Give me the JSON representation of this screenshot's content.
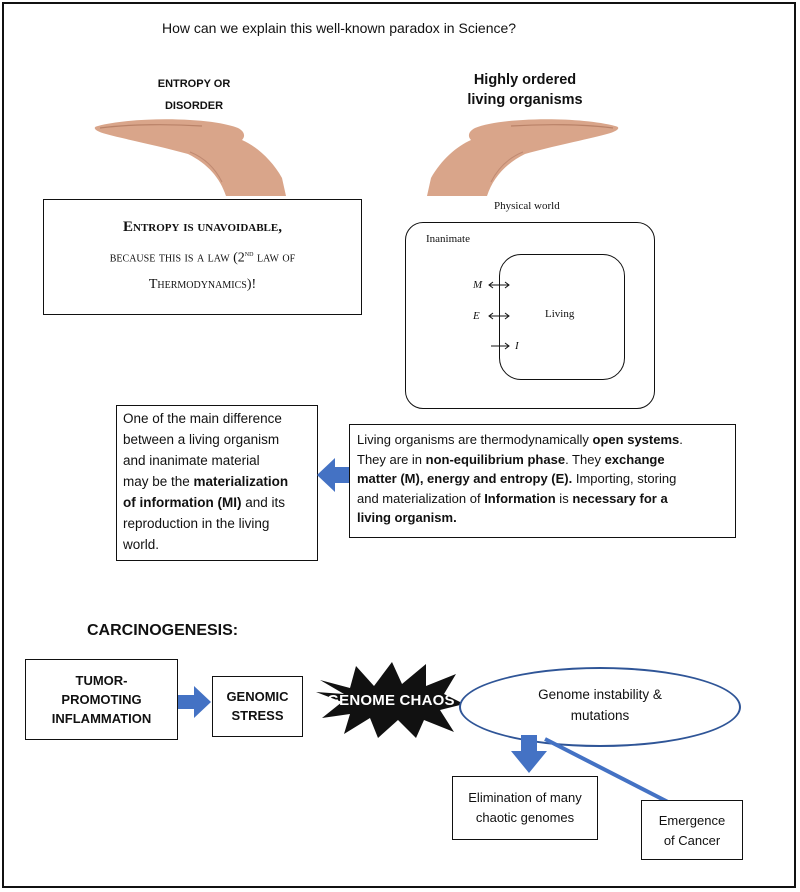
{
  "question": "How can we explain this well-known  paradox in Science?",
  "left_hand_label_line1": "ENTROPY OR",
  "left_hand_label_line2": "DISORDER",
  "right_hand_label_line1": "Highly ordered",
  "right_hand_label_line2": "living organisms",
  "entropy_box": {
    "title": "Entropy is unavoidable,",
    "line2": "because this is a law (2",
    "sup": "nd",
    "line2_end": " law of",
    "line3": "Thermodynamics)!"
  },
  "physical_world": {
    "title": "Physical world",
    "inanimate": "Inanimate",
    "living": "Living",
    "m": "M",
    "e": "E",
    "i": "I"
  },
  "mi_box": {
    "l1": "One of the main difference",
    "l2": "between a living organism",
    "l3": "and inanimate material",
    "l4a": "may be the ",
    "l4b": "materialization",
    "l5a": "of information (MI)",
    "l5b": " and its",
    "l6": "reproduction in the living",
    "l7": "world."
  },
  "open_box": {
    "l1a": "Living organisms are thermodynamically ",
    "l1b": "open systems",
    "l1c": ".",
    "l2a": "They are in ",
    "l2b": "non-equilibrium phase",
    "l2c": ". They ",
    "l2d": "exchange",
    "l3a": "matter (M), energy and entropy (E).",
    "l3b": "  Importing, storing",
    "l4a": "and materialization of ",
    "l4b": "Information",
    "l4c": " is ",
    "l4d": "necessary for a",
    "l5": "living organism."
  },
  "carcinogenesis": "CARCINOGENESIS:",
  "tumor_l1": "TUMOR-",
  "tumor_l2": "PROMOTING",
  "tumor_l3": "INFLAMMATION",
  "stress_l1": "GENOMIC",
  "stress_l2": "STRESS",
  "chaos": "GENOME CHAOS",
  "instability_l1": "Genome instability &",
  "instability_l2": "mutations",
  "elimination_l1": "Elimination of many",
  "elimination_l2": "chaotic genomes",
  "emergence_l1": "Emergence",
  "emergence_l2": "of Cancer",
  "colors": {
    "arrow": "#4472c4",
    "ellipse_border": "#2f5597",
    "hand": "#d9a58a"
  }
}
